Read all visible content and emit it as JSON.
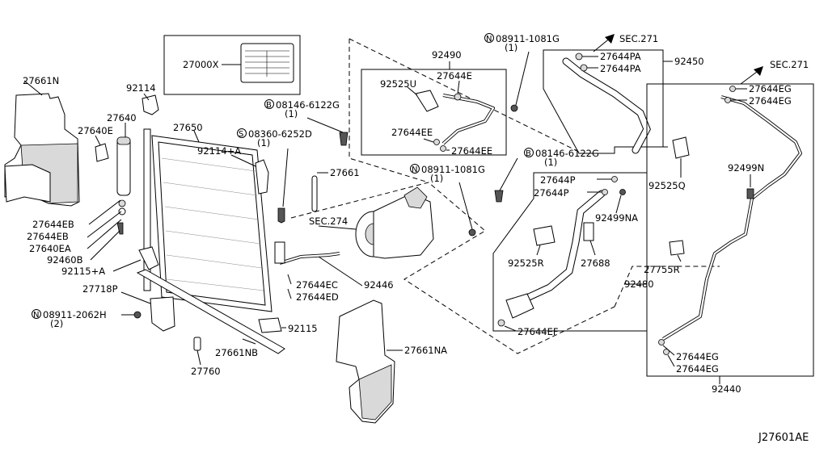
{
  "diagram_id": "J27601AE",
  "sec_references": {
    "sec271_a": "SEC.271",
    "sec271_b": "SEC.271",
    "sec274": "SEC.274"
  },
  "labels": {
    "l27661N": "27661N",
    "l92114": "92114",
    "l27640": "27640",
    "l27640E": "27640E",
    "l27650": "27650",
    "l92114A": "92114+A",
    "l27644EB_1": "27644EB",
    "l27644EB_2": "27644EB",
    "l27640EA": "27640EA",
    "l92460B": "92460B",
    "l92115A": "92115+A",
    "l27718P": "27718P",
    "l08911_2062H": "08911-2062H",
    "qty_2062H": "(2)",
    "l27760": "27760",
    "l27661NB": "27661NB",
    "l92115": "92115",
    "l27661NA": "27661NA",
    "l27000X": "27000X",
    "l08360": "08360-6252D",
    "qty_08360": "(1)",
    "l08146_a": "08146-6122G",
    "qty_08146_a": "(1)",
    "l92490": "92490",
    "l92525U": "92525U",
    "l27644E": "27644E",
    "l27644EE_1": "27644EE",
    "l27644EE_2": "27644EE",
    "l08911_1081G_a": "08911-1081G",
    "qty_1081G_a": "(1)",
    "l08911_1081G_b": "08911-1081G",
    "qty_1081G_b": "(1)",
    "l27661": "27661",
    "l27644EC": "27644EC",
    "l92446": "92446",
    "l27644ED": "27644ED",
    "l27644PA_1": "27644PA",
    "l27644PA_2": "27644PA",
    "l92450": "92450",
    "l08146_b": "08146-6122G",
    "qty_08146_b": "(1)",
    "l27644P_1": "27644P",
    "l27644P_2": "27644P",
    "l92499NA": "92499NA",
    "l92525R": "92525R",
    "l27688": "27688",
    "l92480": "92480",
    "l27644EF": "27644EF",
    "l92525Q": "92525Q",
    "l27644EG_1": "27644EG",
    "l27644EG_2": "27644EG",
    "l92499N": "92499N",
    "l27755R": "27755R",
    "l27644EG_3": "27644EG",
    "l27644EG_4": "27644EG",
    "l92440": "92440"
  },
  "symbols": {
    "n": "N",
    "b": "B",
    "s": "S"
  }
}
